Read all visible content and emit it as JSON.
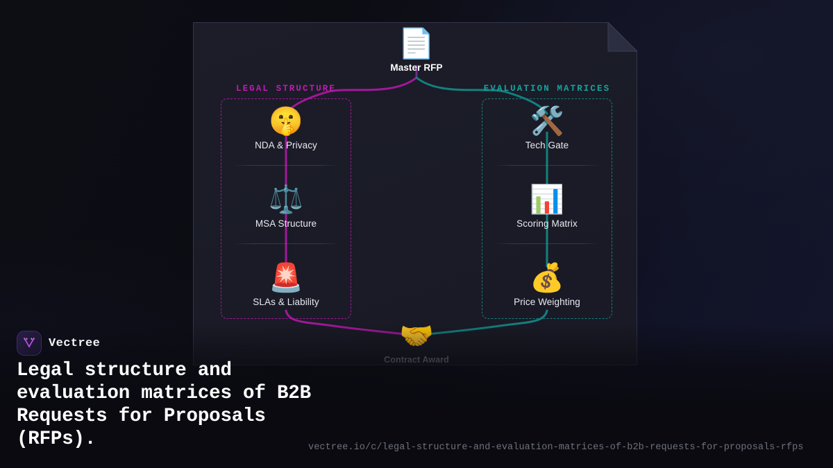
{
  "brand": {
    "name": "Vectree",
    "logo_icon": "vectree-v-tree-logo",
    "logo_color": "#b84fe0"
  },
  "headline": "Legal structure and evaluation matrices of B2B Requests for Proposals (RFPs).",
  "url": "vectree.io/c/legal-structure-and-evaluation-matrices-of-b2b-requests-for-proposals-rfps",
  "colors": {
    "left_branch": "#a2189a",
    "right_branch": "#13807f",
    "left_title": "#c01ab0",
    "right_title": "#15a39f",
    "card_bg": "#1a1b26",
    "card_border": "#33364a",
    "page_bg": "#0b0b11"
  },
  "diagram": {
    "root": {
      "label": "Master RFP",
      "icon": "document-page-icon",
      "emoji": "📄"
    },
    "groups": [
      {
        "id": "legal-structure",
        "title": "LEGAL STRUCTURE",
        "side": "left",
        "nodes": [
          {
            "label": "NDA & Privacy",
            "icon": "shushing-face-icon",
            "emoji": "🤫"
          },
          {
            "label": "MSA Structure",
            "icon": "balance-scale-icon",
            "emoji": "⚖️"
          },
          {
            "label": "SLAs & Liability",
            "icon": "rotating-light-icon",
            "emoji": "🚨"
          }
        ]
      },
      {
        "id": "evaluation-matrices",
        "title": "EVALUATION MATRICES",
        "side": "right",
        "nodes": [
          {
            "label": "Tech Gate",
            "icon": "hammer-and-wrench-icon",
            "emoji": "🛠️"
          },
          {
            "label": "Scoring Matrix",
            "icon": "bar-chart-icon",
            "emoji": "📊"
          },
          {
            "label": "Price Weighting",
            "icon": "money-bag-icon",
            "emoji": "💰"
          }
        ]
      }
    ],
    "terminal": {
      "label": "Contract Award",
      "icon": "handshake-icon",
      "emoji": "🤝"
    }
  }
}
